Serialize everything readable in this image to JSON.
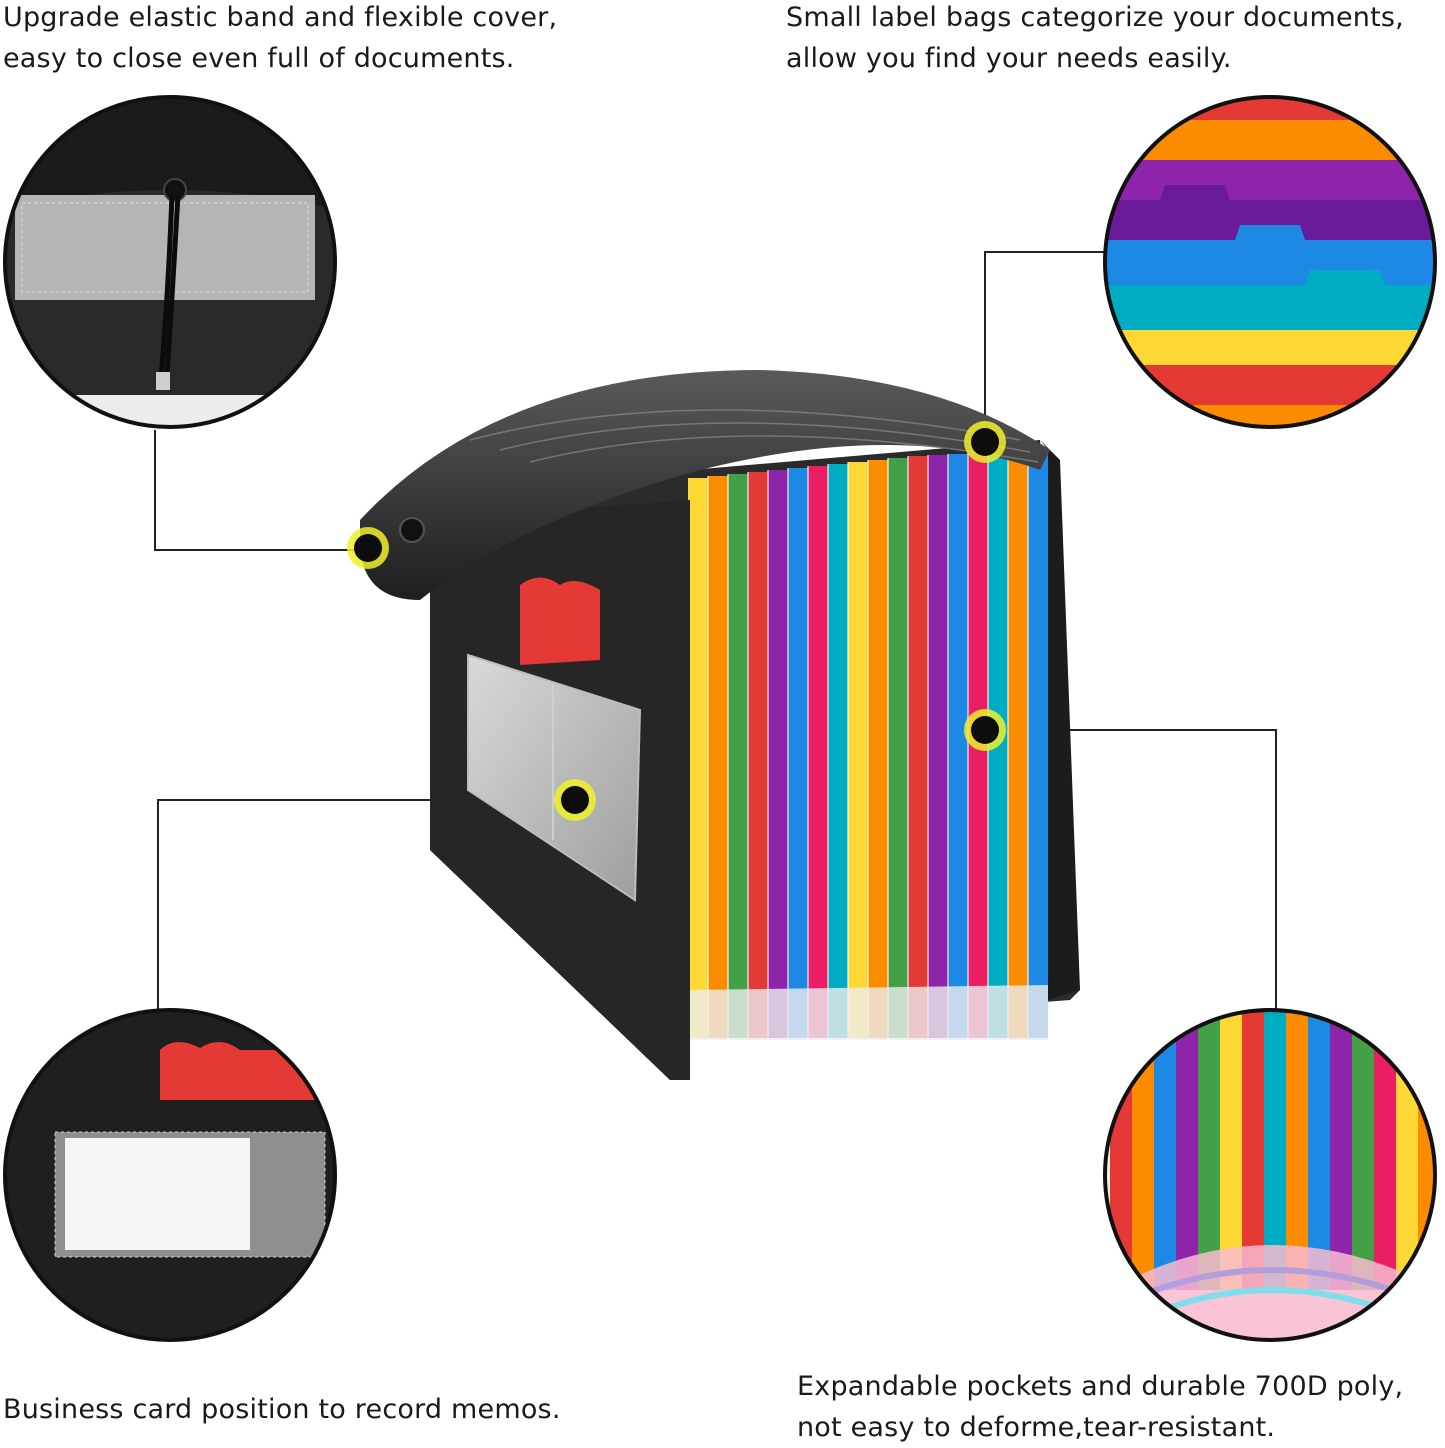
{
  "captions": {
    "top_left": [
      "Upgrade elastic band and flexible cover,",
      "easy to close even full of documents."
    ],
    "top_right": [
      "Small label bags categorize your documents,",
      "allow you find your needs easily."
    ],
    "bottom_left": [
      "Business card position to record memos."
    ],
    "bottom_right": [
      "Expandable pockets and durable 700D poly,",
      "not easy to deforme,tear-resistant."
    ]
  },
  "colors": {
    "folder_body": "#2b2b2b",
    "marker_fill": "#0d0d0d",
    "marker_ring": "#f0f02a",
    "leader_line": "#222222",
    "tab_palette": [
      "#e53935",
      "#fb8c00",
      "#fdd835",
      "#43a047",
      "#00acc1",
      "#1e88e5",
      "#8e24aa",
      "#e91e63"
    ]
  },
  "icons": {
    "marker": "callout-dot-icon",
    "closure": "button-string-closure-icon"
  }
}
